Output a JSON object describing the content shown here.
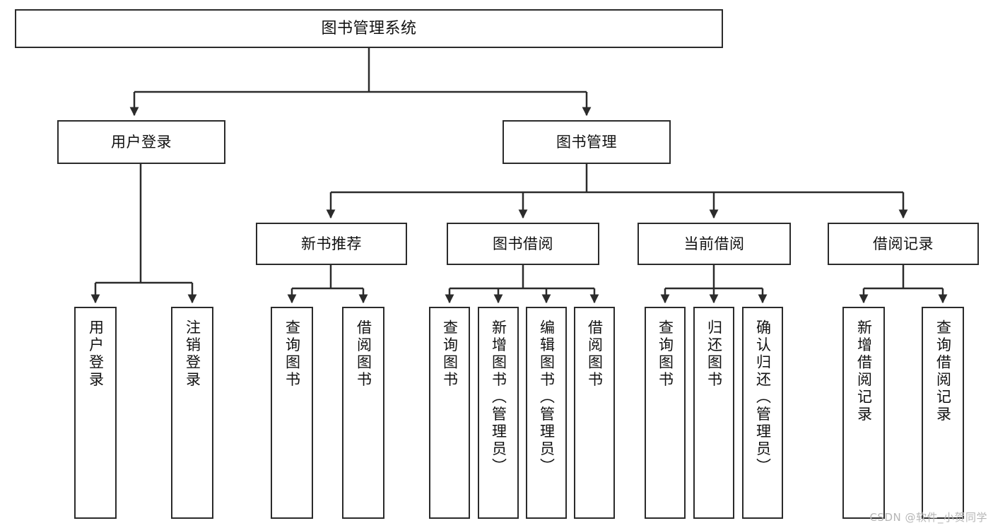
{
  "diagram": {
    "title": "图书管理系统",
    "type": "tree-hierarchy",
    "colors": {
      "stroke": "#2b2b2b",
      "fill": "#ffffff",
      "text": "#111111",
      "watermark": "#b6b6b6"
    },
    "nodes": {
      "root": {
        "label": "图书管理系统",
        "level": 1,
        "orientation": "horizontal"
      },
      "l2": [
        {
          "id": "user-login",
          "label": "用户登录",
          "level": 2,
          "orientation": "horizontal"
        },
        {
          "id": "book-manage",
          "label": "图书管理",
          "level": 2,
          "orientation": "horizontal"
        }
      ],
      "l3": [
        {
          "id": "new-book-rec",
          "label": "新书推荐",
          "level": 3,
          "orientation": "horizontal"
        },
        {
          "id": "book-borrow",
          "label": "图书借阅",
          "level": 3,
          "orientation": "horizontal"
        },
        {
          "id": "current-borrow",
          "label": "当前借阅",
          "level": 3,
          "orientation": "horizontal"
        },
        {
          "id": "borrow-record",
          "label": "借阅记录",
          "level": 3,
          "orientation": "horizontal"
        }
      ],
      "l4": [
        {
          "id": "leaf-user-login",
          "label": "用户登录",
          "parent": "user-login",
          "level": 4,
          "orientation": "vertical"
        },
        {
          "id": "leaf-logout",
          "label": "注销登录",
          "parent": "user-login",
          "level": 4,
          "orientation": "vertical"
        },
        {
          "id": "leaf-query-book-1",
          "label": "查询图书",
          "parent": "new-book-rec",
          "level": 4,
          "orientation": "vertical"
        },
        {
          "id": "leaf-borrow-book-1",
          "label": "借阅图书",
          "parent": "new-book-rec",
          "level": 4,
          "orientation": "vertical"
        },
        {
          "id": "leaf-query-book-2",
          "label": "查询图书",
          "parent": "book-borrow",
          "level": 4,
          "orientation": "vertical"
        },
        {
          "id": "leaf-add-book",
          "label": "新增图书（管理员）",
          "parent": "book-borrow",
          "level": 4,
          "orientation": "vertical"
        },
        {
          "id": "leaf-edit-book",
          "label": "编辑图书（管理员）",
          "parent": "book-borrow",
          "level": 4,
          "orientation": "vertical"
        },
        {
          "id": "leaf-borrow-book-2",
          "label": "借阅图书",
          "parent": "book-borrow",
          "level": 4,
          "orientation": "vertical"
        },
        {
          "id": "leaf-query-book-3",
          "label": "查询图书",
          "parent": "current-borrow",
          "level": 4,
          "orientation": "vertical"
        },
        {
          "id": "leaf-return-book",
          "label": "归还图书",
          "parent": "current-borrow",
          "level": 4,
          "orientation": "vertical"
        },
        {
          "id": "leaf-confirm-return",
          "label": "确认归还（管理员）",
          "parent": "current-borrow",
          "level": 4,
          "orientation": "vertical"
        },
        {
          "id": "leaf-add-record",
          "label": "新增借阅记录",
          "parent": "borrow-record",
          "level": 4,
          "orientation": "vertical"
        },
        {
          "id": "leaf-query-record",
          "label": "查询借阅记录",
          "parent": "borrow-record",
          "level": 4,
          "orientation": "vertical"
        }
      ]
    },
    "watermark": "CSDN @软件_小贺同学"
  }
}
